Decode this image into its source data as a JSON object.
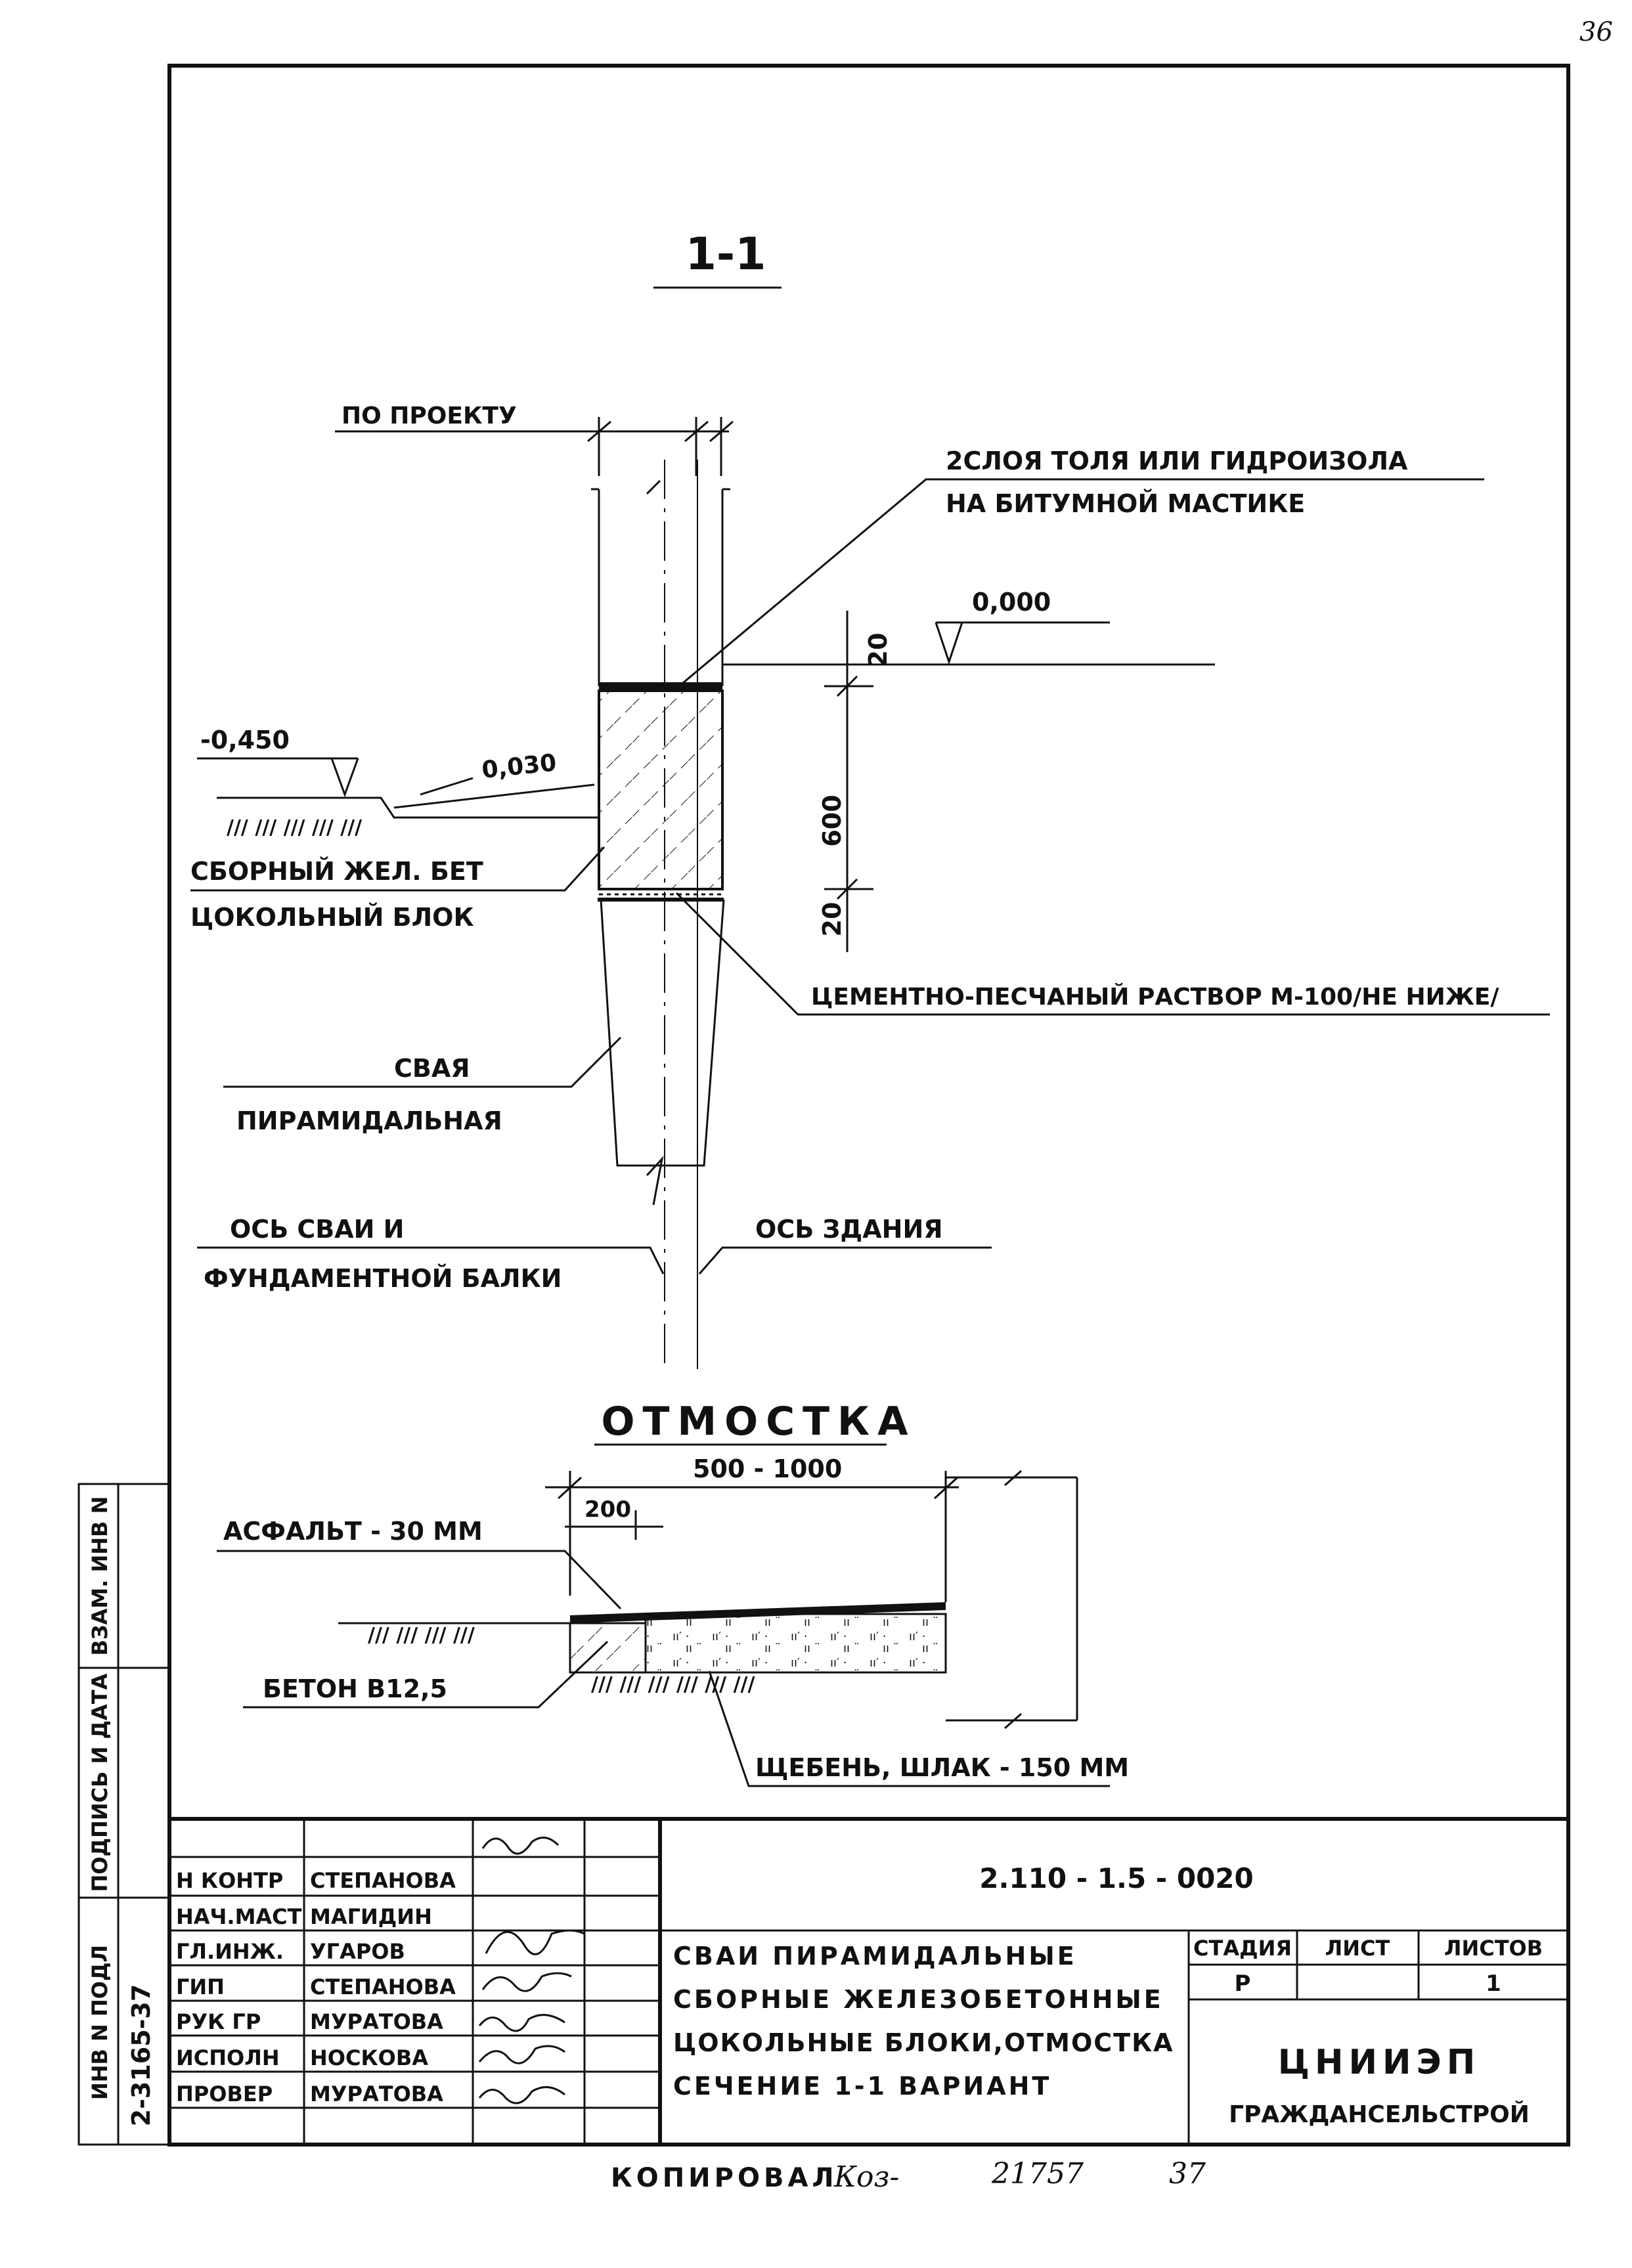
{
  "sheet_number": "36",
  "section": {
    "title": "1-1",
    "dim_project": "ПО ПРОЕКТУ",
    "note_waterproof_1": "2СЛОЯ ТОЛЯ ИЛИ ГИДРОИЗОЛА",
    "note_waterproof_2": "НА БИТУМНОЙ МАСТИКЕ",
    "level_zero": "0,000",
    "level_minus": "-0,450",
    "slope": "0,030",
    "dim_20_top": "20",
    "dim_600": "600",
    "dim_20_bottom": "20",
    "label_block_1": "СБОРНЫЙ ЖЕЛ. БЕТ",
    "label_block_2": "ЦОКОЛЬНЫЙ БЛОК",
    "label_mortar": "ЦЕМЕНТНО-ПЕСЧАНЫЙ РАСТВОР М-100/НЕ НИЖЕ/",
    "label_pile_1": "СВАЯ",
    "label_pile_2": "ПИРАМИДАЛЬНАЯ",
    "label_axis_pile_1": "ОСЬ СВАИ И",
    "label_axis_pile_2": "ФУНДАМЕНТНОЙ БАЛКИ",
    "label_axis_building": "ОСЬ ЗДАНИЯ"
  },
  "otmostka": {
    "title": "ОТМОСТКА",
    "dim_width": "500 - 1000",
    "dim_200": "200",
    "label_asphalt": "АСФАЛЬТ - 30 ММ",
    "label_concrete": "БЕТОН В12,5",
    "label_gravel": "ЩЕБЕНЬ, ШЛАК - 150 ММ"
  },
  "side_stamp": {
    "inv_orig": "ИНВ N ПОДЛ",
    "sign_date": "ПОДПИСЬ И ДАТА",
    "replace_inv": "ВЗАМ. ИНВ N",
    "inv_value": "2-3165-37"
  },
  "title_block": {
    "doc_code": "2.110 - 1.5 - 0020",
    "roles": [
      {
        "role": "Н КОНТР",
        "name": "СТЕПАНОВА"
      },
      {
        "role": "НАЧ.МАСТ",
        "name": "МАГИДИН"
      },
      {
        "role": "ГЛ.ИНЖ.",
        "name": "УГАРОВ"
      },
      {
        "role": "ГИП",
        "name": "СТЕПАНОВА"
      },
      {
        "role": "РУК ГР",
        "name": "МУРАТОВА"
      },
      {
        "role": "ИСПОЛН",
        "name": "НОСКОВА"
      },
      {
        "role": "ПРОВЕР",
        "name": "МУРАТОВА"
      }
    ],
    "description": [
      "СВАИ ПИРАМИДАЛЬНЫЕ",
      "СБОРНЫЕ ЖЕЛЕЗОБЕТОННЫЕ",
      "ЦОКОЛЬНЫЕ БЛОКИ,ОТМОСТКА",
      "СЕЧЕНИЕ 1-1 ВАРИАНТ"
    ],
    "stage_header": "СТАДИЯ",
    "sheet_header": "ЛИСТ",
    "sheets_header": "ЛИСТОВ",
    "stage_value": "Р",
    "sheet_value": "",
    "sheets_value": "1",
    "org_1": "ЦНИИЭП",
    "org_2": "ГРАЖДАНСЕЛЬСТРОЙ"
  },
  "footer": {
    "copied_label": "КОПИРОВАЛ",
    "copier": "Коз-",
    "order_no": "21757",
    "format_no": "37"
  }
}
